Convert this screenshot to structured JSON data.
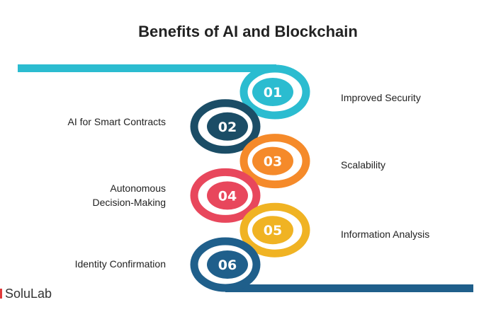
{
  "title": "Benefits of AI and Blockchain",
  "steps": [
    {
      "num": "01",
      "label": "Improved Security",
      "color": "#2bbcd0"
    },
    {
      "num": "02",
      "label": "AI for Smart Contracts",
      "color": "#1b4d66"
    },
    {
      "num": "03",
      "label": "Scalability",
      "color": "#f58a2a"
    },
    {
      "num": "04",
      "label": "Autonomous",
      "label2": "Decision-Making",
      "color": "#e8475c"
    },
    {
      "num": "05",
      "label": "Information Analysis",
      "color": "#f0b323"
    },
    {
      "num": "06",
      "label": "Identity Confirmation",
      "color": "#1f5f8b"
    }
  ],
  "logo": "SoluLab"
}
